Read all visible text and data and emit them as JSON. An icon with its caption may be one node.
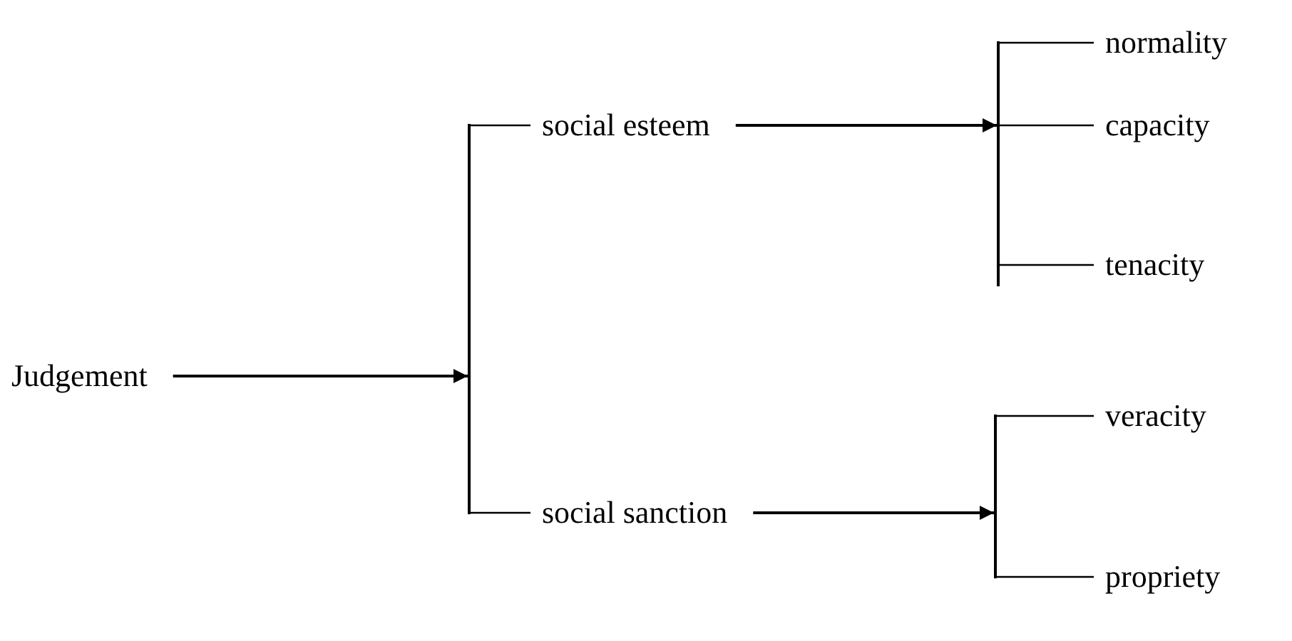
{
  "diagram": {
    "nodes": [
      {
        "text": [
          "Judgement"
        ]
      },
      {
        "text": [],
        "shape": "bar"
      },
      {
        "text": [
          "social esteem"
        ]
      },
      {
        "text": [
          "social sanction"
        ]
      },
      {
        "text": [],
        "shape": "bar"
      },
      {
        "text": [
          "normality"
        ]
      },
      {
        "text": [
          "capacity"
        ]
      },
      {
        "text": [
          "tenacity"
        ]
      },
      {
        "text": [],
        "shape": "bar"
      },
      {
        "text": [
          "veracity"
        ]
      },
      {
        "text": [
          "propriety"
        ]
      }
    ],
    "edges": [
      {
        "from": 0,
        "to": 1,
        "arrow": "to"
      },
      {
        "from": 1,
        "to": 2,
        "arrow": "none"
      },
      {
        "from": 1,
        "to": 3,
        "arrow": "none"
      },
      {
        "from": 2,
        "to": 4,
        "arrow": "to"
      },
      {
        "from": 4,
        "to": 5,
        "arrow": "none"
      },
      {
        "from": 4,
        "to": 6,
        "arrow": "none"
      },
      {
        "from": 4,
        "to": 7,
        "arrow": "none"
      },
      {
        "from": 3,
        "to": 8,
        "arrow": "to"
      },
      {
        "from": 8,
        "to": 9,
        "arrow": "none"
      },
      {
        "from": 8,
        "to": 10,
        "arrow": "none"
      }
    ]
  }
}
